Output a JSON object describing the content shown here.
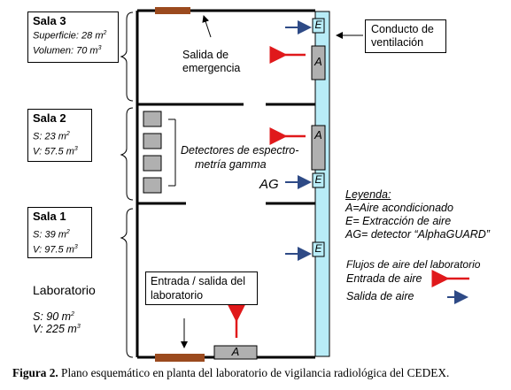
{
  "colors": {
    "duct": "#b8ecf7",
    "inlet_arrow": "#e0191b",
    "outlet_arrow": "#2e4a86",
    "door": "#9b4a1e",
    "device": "#b0b0b0"
  },
  "rooms": [
    {
      "name": "Sala 3",
      "line1": "Superficie: 28 m",
      "line1_sup": "2",
      "line2": "Volumen: 70 m",
      "line2_sup": "3"
    },
    {
      "name": "Sala 2",
      "line1": "S: 23 m",
      "line1_sup": "2",
      "line2": "V: 57.5 m",
      "line2_sup": "3"
    },
    {
      "name": "Sala 1",
      "line1": "S: 39 m",
      "line1_sup": "2",
      "line2": "V: 97.5 m",
      "line2_sup": "3"
    }
  ],
  "laboratory": {
    "name": "Laboratorio",
    "line1": "S: 90 m",
    "line1_sup": "2",
    "line2": "V: 225 m",
    "line2_sup": "3"
  },
  "labels": {
    "emergency_exit": [
      "Salida de",
      "emergencia"
    ],
    "detectors": [
      "Detectores de espectro-",
      "metría gamma"
    ],
    "ag": "AG",
    "entrance": [
      "Entrada / salida del",
      "laboratorio"
    ],
    "duct": [
      "Conducto de",
      "ventilación"
    ]
  },
  "device_letters": {
    "air": "A",
    "extraction": "E"
  },
  "legend": {
    "title": "Leyenda:",
    "items": [
      "A=Aire acondicionado",
      "E= Extracción de aire",
      "AG= detector “AlphaGUARD”"
    ],
    "flows_title": "Flujos de aire del laboratorio",
    "inlet": "Entrada de aire",
    "outlet": "Salida de aire"
  },
  "caption": {
    "label": "Figura 2.",
    "text": " Plano esquemático en planta del laboratorio de vigilancia radiológica del CEDEX."
  }
}
